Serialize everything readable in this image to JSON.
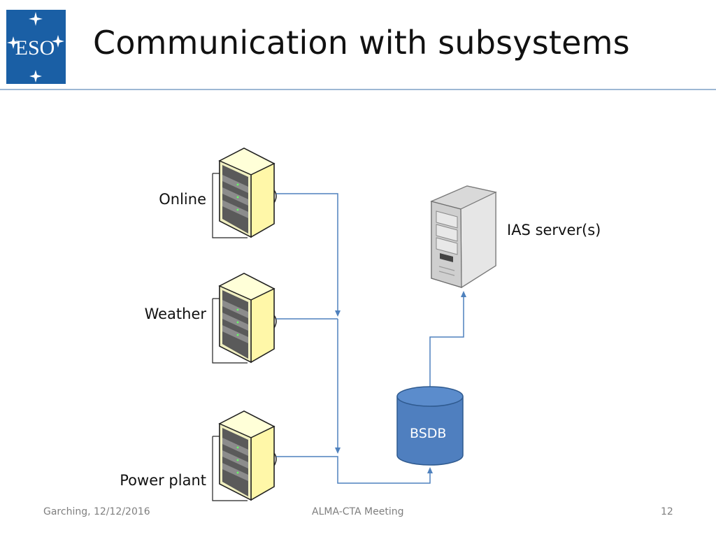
{
  "header": {
    "title": "Communication with subsystems",
    "logo_text": "ESO"
  },
  "diagram": {
    "nodes": {
      "online": "Online",
      "weather": "Weather",
      "power_plant": "Power plant",
      "ias_server": "IAS server(s)",
      "bsdb": "BSDB"
    },
    "connections": [
      {
        "from": "Online",
        "to": "BSDB"
      },
      {
        "from": "Weather",
        "to": "BSDB"
      },
      {
        "from": "Power plant",
        "to": "BSDB"
      },
      {
        "from": "BSDB",
        "to": "IAS server(s)"
      }
    ]
  },
  "footer": {
    "left": "Garching, 12/12/2016",
    "center": "ALMA-CTA Meeting",
    "page": "12"
  },
  "colors": {
    "logo_blue": "#1a5fa5",
    "line_blue": "#4f81bd",
    "db_fill": "#4f7fbf",
    "db_stroke": "#2f5a8f",
    "rack_yellow": "#ffffb0",
    "rule": "#9db8d4"
  },
  "icons": [
    "eso-logo",
    "server-rack-icon",
    "tower-server-icon",
    "database-icon"
  ]
}
